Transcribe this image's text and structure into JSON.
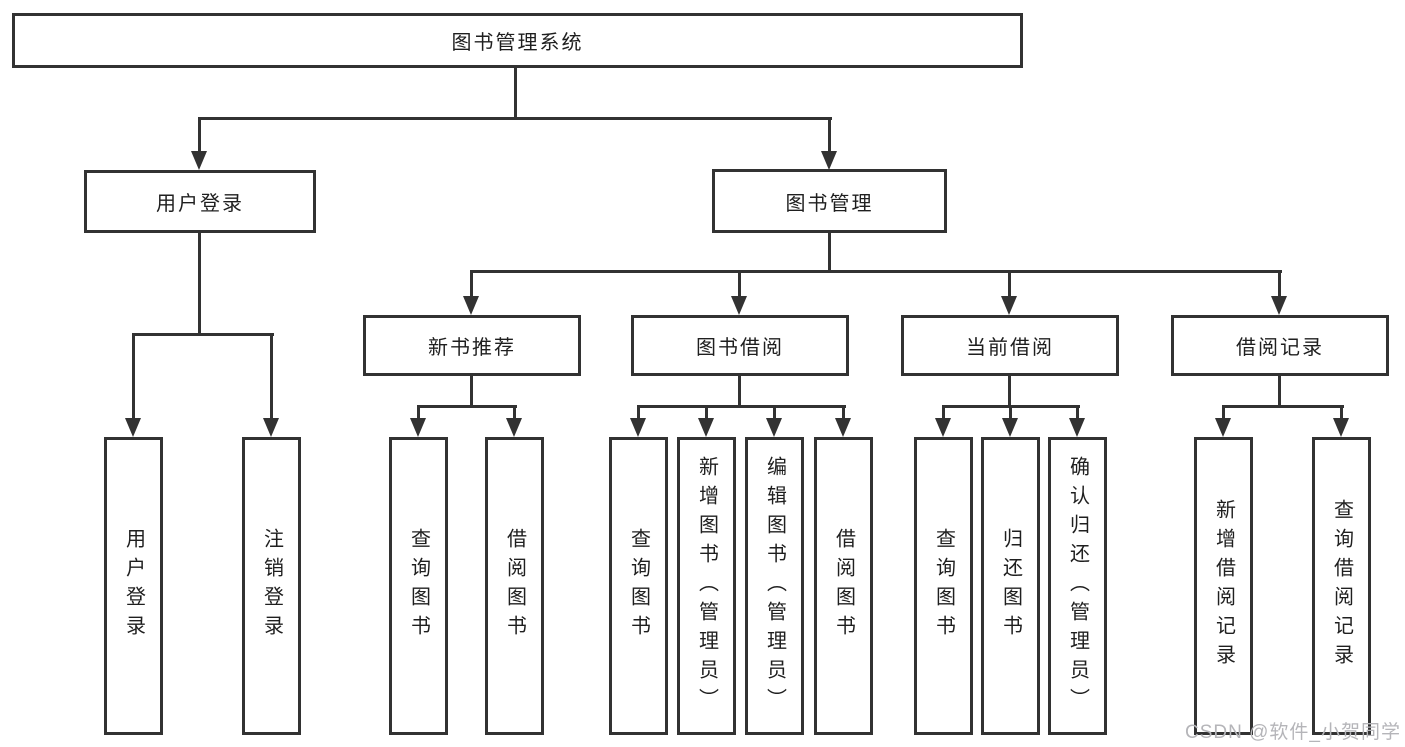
{
  "diagram": {
    "root": {
      "label": "图书管理系统"
    },
    "level2": [
      {
        "label": "用户登录"
      },
      {
        "label": "图书管理"
      }
    ],
    "level3": [
      {
        "label": "新书推荐",
        "parent": "图书管理"
      },
      {
        "label": "图书借阅",
        "parent": "图书管理"
      },
      {
        "label": "当前借阅",
        "parent": "图书管理"
      },
      {
        "label": "借阅记录",
        "parent": "图书管理"
      }
    ],
    "leaves": [
      {
        "label": "用户登录",
        "parent": "用户登录"
      },
      {
        "label": "注销登录",
        "parent": "用户登录"
      },
      {
        "label": "查询图书",
        "parent": "新书推荐"
      },
      {
        "label": "借阅图书",
        "parent": "新书推荐"
      },
      {
        "label": "查询图书",
        "parent": "图书借阅"
      },
      {
        "label": "新增图书（管理员）",
        "parent": "图书借阅"
      },
      {
        "label": "编辑图书（管理员）",
        "parent": "图书借阅"
      },
      {
        "label": "借阅图书",
        "parent": "图书借阅"
      },
      {
        "label": "查询图书",
        "parent": "当前借阅"
      },
      {
        "label": "归还图书",
        "parent": "当前借阅"
      },
      {
        "label": "确认归还（管理员）",
        "parent": "当前借阅"
      },
      {
        "label": "新增借阅记录",
        "parent": "借阅记录"
      },
      {
        "label": "查询借阅记录",
        "parent": "借阅记录"
      }
    ],
    "watermark": "CSDN @软件_小贺同学",
    "colors": {
      "line": "#323232",
      "text": "#1f1f1f",
      "watermark": "#b5b5b9",
      "background": "#ffffff"
    }
  }
}
